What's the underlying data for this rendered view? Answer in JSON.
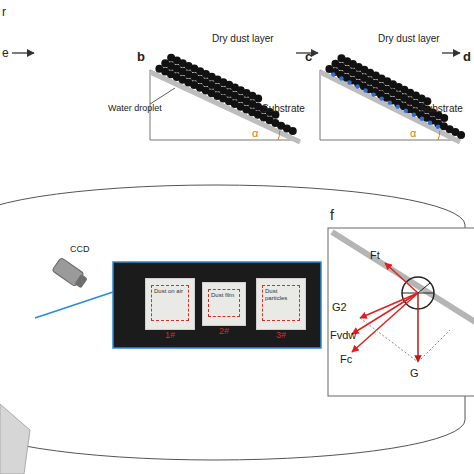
{
  "diagram": {
    "nodes": [
      {
        "text": [
          "Dust on air",
          "1#"
        ]
      },
      {
        "text": [
          "Dust film",
          "2#"
        ]
      },
      {
        "text": [
          "Dust particles",
          "3#"
        ]
      }
    ],
    "labels": [
      "r",
      "e",
      "b",
      "Dry dust layer",
      "Water droplet",
      "Substrate",
      "α",
      "c",
      "Dry dust layer",
      "Substrate",
      "α",
      "d",
      "f",
      "CCD",
      "Ft",
      "G2",
      "Fvdw",
      "Fc",
      "G"
    ]
  }
}
